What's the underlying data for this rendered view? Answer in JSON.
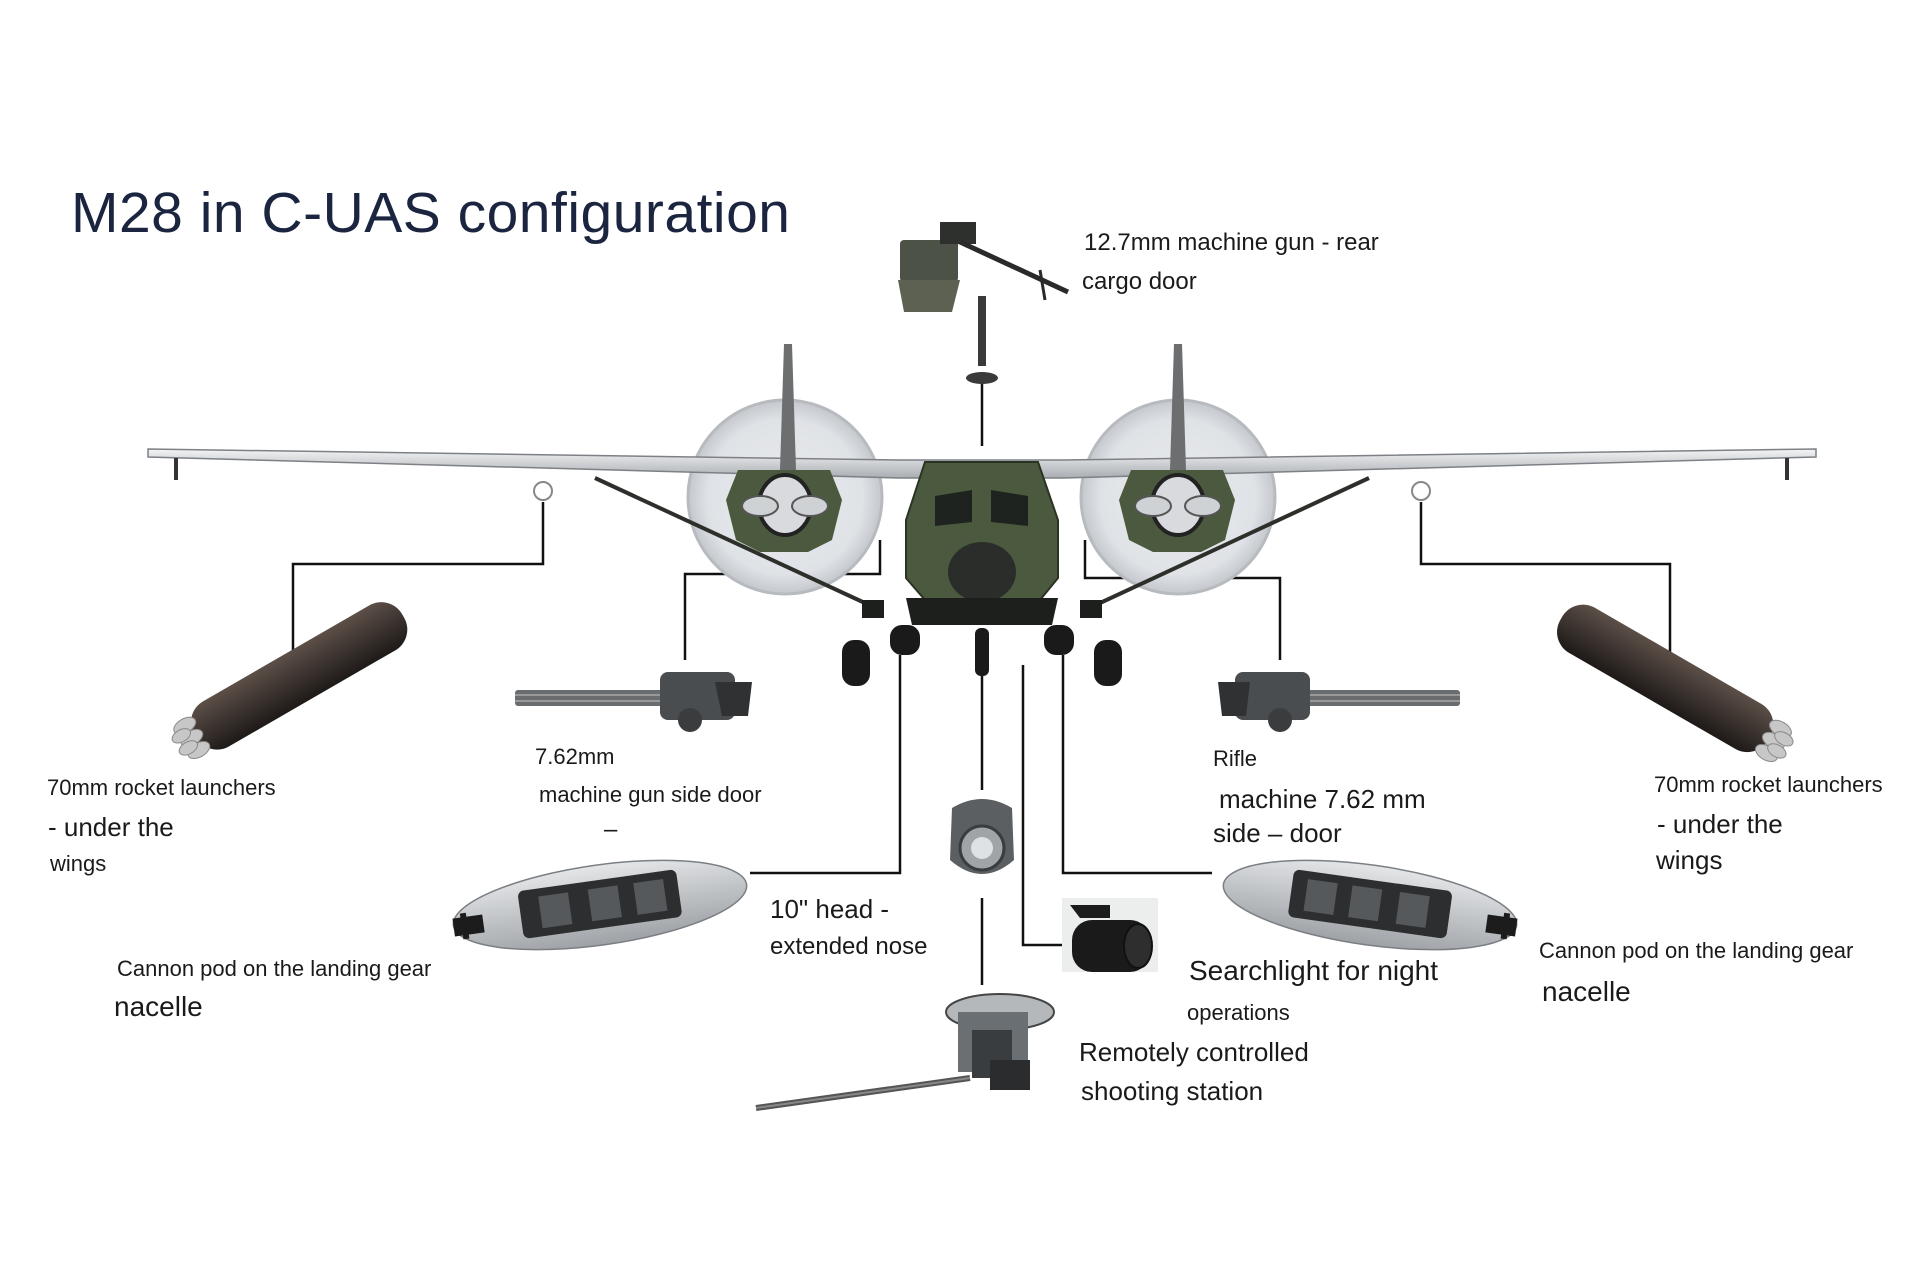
{
  "title": "M28 in C-UAS configuration",
  "colors": {
    "title": "#1b2540",
    "aircraft_green": "#4b5a3e",
    "wing_gray": "#c9ccd0",
    "line": "#111111"
  },
  "labels": {
    "rear_gun_1": "12.7mm machine gun - rear",
    "rear_gun_2": "cargo door",
    "rocket_left_1": "70mm rocket launchers",
    "rocket_left_2": "- under the",
    "rocket_left_3": "wings",
    "side_gun_left_1": "7.62mm",
    "side_gun_left_2": "machine gun side door",
    "side_gun_left_3": "–",
    "rifle_right_1": "Rifle",
    "rifle_right_2": "machine 7.62 mm",
    "rifle_right_3": "side  – door",
    "rocket_right_1": "70mm rocket launchers",
    "rocket_right_2": "- under the",
    "rocket_right_3": "wings",
    "head_1": "10\" head -",
    "head_2": "extended nose",
    "searchlight_1": "Searchlight for night",
    "searchlight_2": "operations",
    "remote_1": "Remotely controlled",
    "remote_2": "shooting station",
    "cannon_left_1": "Cannon pod on the landing gear",
    "cannon_left_2": "nacelle",
    "cannon_right_1": "Cannon pod on the landing gear",
    "cannon_right_2": "nacelle"
  }
}
